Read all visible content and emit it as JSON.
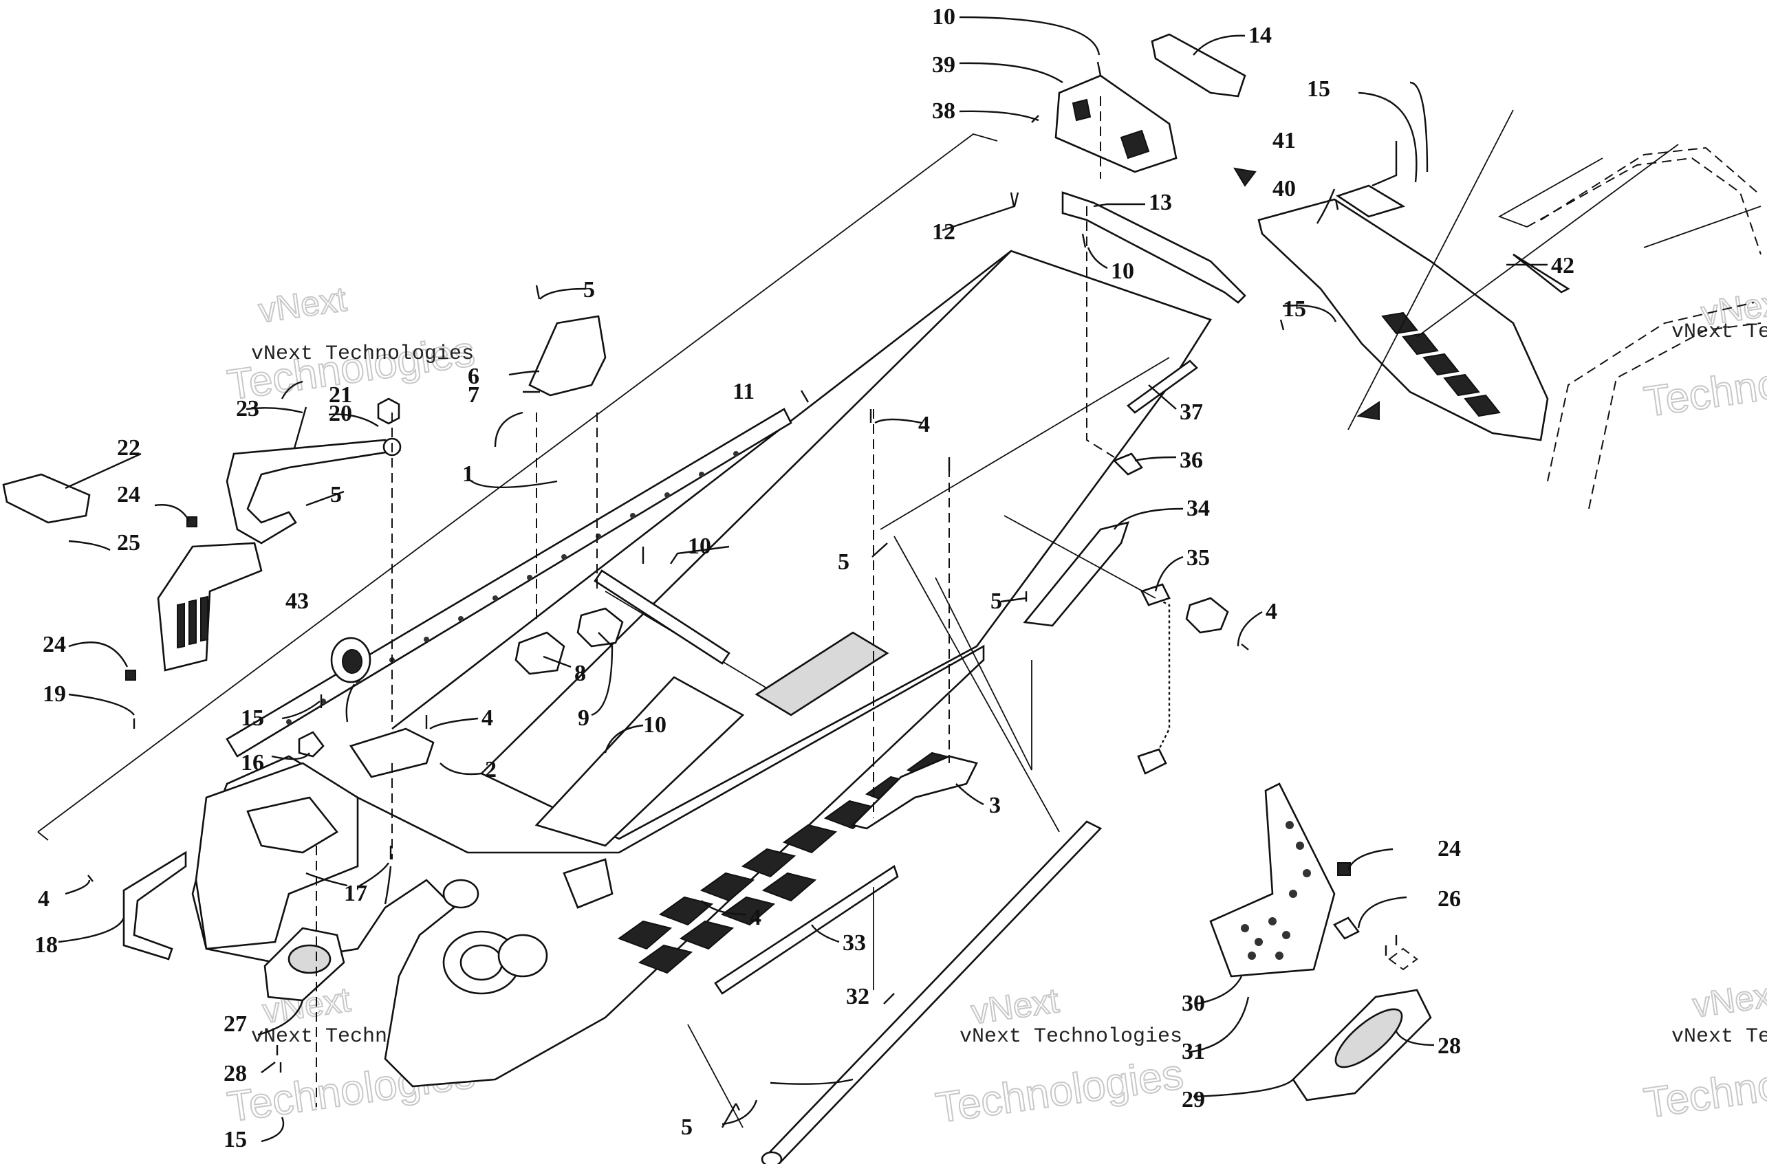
{
  "callouts": [
    "1",
    "2",
    "3",
    "4",
    "5",
    "6",
    "7",
    "8",
    "9",
    "10",
    "11",
    "12",
    "13",
    "14",
    "15",
    "16",
    "17",
    "18",
    "19",
    "20",
    "21",
    "22",
    "23",
    "24",
    "25",
    "26",
    "27",
    "28",
    "29",
    "30",
    "31",
    "32",
    "33",
    "34",
    "35",
    "36",
    "37",
    "38",
    "39",
    "40",
    "41",
    "42",
    "43"
  ],
  "watermark": {
    "brand": "vNext",
    "company": "vNext Technologies",
    "word": "Technologies"
  }
}
